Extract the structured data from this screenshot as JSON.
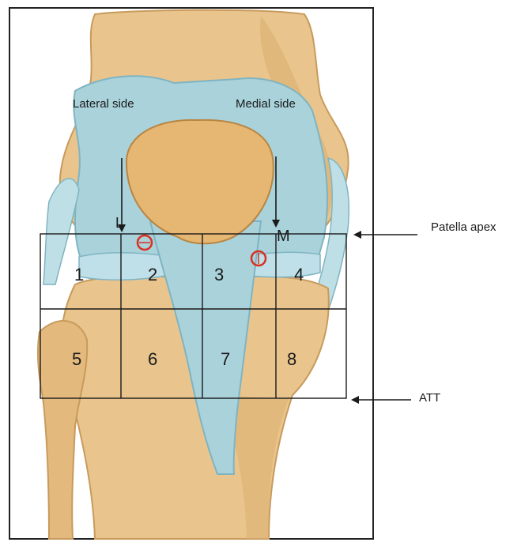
{
  "figure": {
    "side_labels": {
      "lateral": "Lateral side",
      "medial": "Medial side"
    },
    "letter_markers": {
      "lateral": "L",
      "medial": "M"
    },
    "annotations": {
      "patella_apex": "Patella apex",
      "att": "ATT"
    },
    "grid_cells": [
      "1",
      "2",
      "3",
      "4",
      "5",
      "6",
      "7",
      "8"
    ],
    "colors": {
      "bone": "#e9c58d",
      "bone_shade": "#c89a5c",
      "cartilage": "#a9d2db",
      "cartilage_shade": "#7fb4c2",
      "grid_line": "#1a1a1a",
      "marker_circle": "#d9301f"
    }
  }
}
